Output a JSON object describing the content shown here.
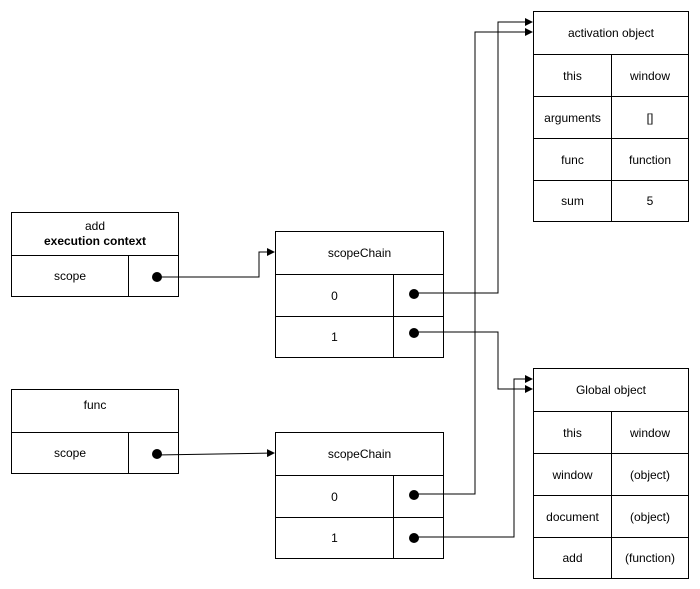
{
  "add_context": {
    "name": "add",
    "subtitle": "execution context",
    "scope_label": "scope"
  },
  "func_context": {
    "name": "func",
    "scope_label": "scope"
  },
  "scope_chain_add": {
    "title": "scopeChain",
    "rows": [
      "0",
      "1"
    ]
  },
  "scope_chain_func": {
    "title": "scopeChain",
    "rows": [
      "0",
      "1"
    ]
  },
  "activation_object": {
    "title": "activation object",
    "rows": [
      {
        "key": "this",
        "value": "window"
      },
      {
        "key": "arguments",
        "value": "[]"
      },
      {
        "key": "func",
        "value": "function"
      },
      {
        "key": "sum",
        "value": "5"
      }
    ]
  },
  "global_object": {
    "title": "Global object",
    "rows": [
      {
        "key": "this",
        "value": "window"
      },
      {
        "key": "window",
        "value": "(object)"
      },
      {
        "key": "document",
        "value": "(object)"
      },
      {
        "key": "add",
        "value": "(function)"
      }
    ]
  }
}
